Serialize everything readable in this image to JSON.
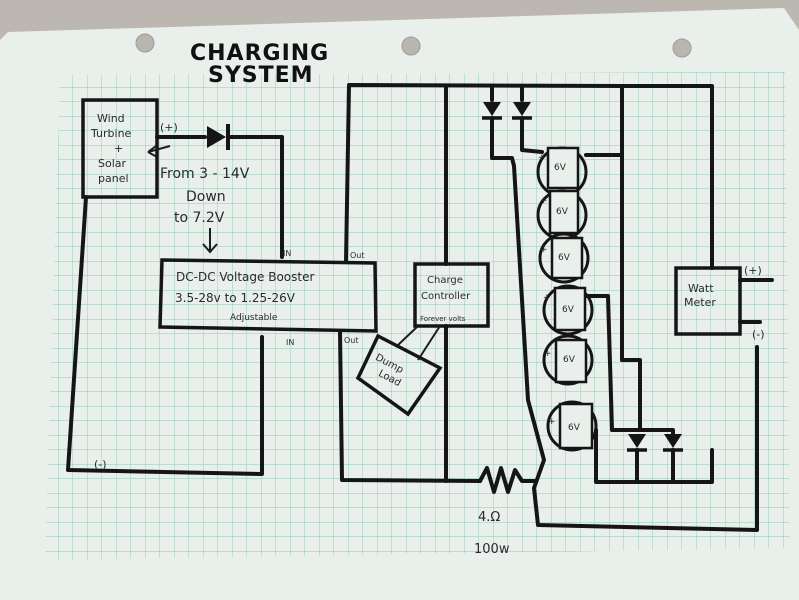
{
  "title": {
    "line1": "CHARGING",
    "line2": "SYSTEM"
  },
  "source": {
    "line1": "Wind",
    "line2": "Turbine",
    "plus": "+",
    "line3": "Solar",
    "line4": "panel"
  },
  "polarity": {
    "pos_top": "(+)",
    "neg_bottom": "(-)",
    "meter_pos": "(+)",
    "meter_neg": "(-)"
  },
  "note": {
    "line1": "From 3 - 14V",
    "line2": "Down",
    "line3": "to 7.2V"
  },
  "booster": {
    "line1": "DC-DC Voltage Booster",
    "line2": "3.5-28v  to  1.25-26V",
    "line3": "Adjustable",
    "in_top": "IN",
    "in_bottom": "IN",
    "out_top": "Out",
    "out_bottom": "Out"
  },
  "controller": {
    "line1": "Charge",
    "line2": "Controller",
    "line3": "Forever volts"
  },
  "dump": {
    "line1": "Dump",
    "line2": "Load"
  },
  "battery": {
    "label": "6V",
    "plus": "+",
    "minus": "-"
  },
  "meter": {
    "line1": "Watt",
    "line2": "Meter"
  },
  "resistor": {
    "line1": "4.Ω",
    "line2": "100w"
  }
}
